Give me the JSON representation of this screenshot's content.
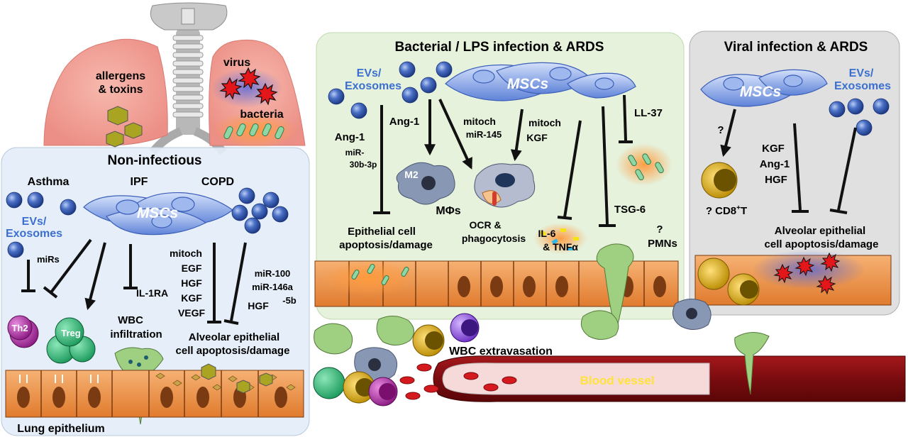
{
  "top": {
    "allergens": [
      "allergens",
      "& toxins"
    ],
    "virus": "virus",
    "bacteria": "bacteria"
  },
  "panels": {
    "non_infectious": {
      "title": "Non-infectious",
      "diseases": [
        "Asthma",
        "IPF",
        "COPD"
      ],
      "msc_label": "MSCs",
      "evs_label": [
        "EVs/",
        "Exosomes"
      ],
      "mirs": "miRs",
      "il1ra": "IL-1RA",
      "factors": [
        "mitoch",
        "EGF",
        "HGF",
        "KGF",
        "VEGF"
      ],
      "mirna": [
        "miR-100",
        "miR-146a",
        "-5b"
      ],
      "hgf": "HGF",
      "th2": "Th2",
      "treg": "Treg",
      "wbc": [
        "WBC",
        "infiltration"
      ],
      "alveolar": [
        "Alveolar epithelial",
        "cell apoptosis/damage"
      ],
      "lung_epithelium": "Lung epithelium"
    },
    "bacterial": {
      "title": "Bacterial / LPS infection & ARDS",
      "msc_label": "MSCs",
      "evs_label": [
        "EVs/",
        "Exosomes"
      ],
      "ang1_left": "Ang-1",
      "mir30": [
        "miR-",
        "30b-3p"
      ],
      "ang1_mid": "Ang-1",
      "mitoch_mir145": [
        "mitoch",
        "miR-145"
      ],
      "mitoch_kgf": [
        "mitoch",
        "KGF"
      ],
      "ll37": "LL-37",
      "m2": "M2",
      "macrophage": "MΦs",
      "ocr": [
        "OCR &",
        "phagocytosis"
      ],
      "epithelial": [
        "Epithelial cell",
        "apoptosis/damage"
      ],
      "il6": [
        "IL-6",
        "& TNFα"
      ],
      "tsg6": "TSG-6",
      "pmns": [
        "?",
        "PMNs"
      ]
    },
    "viral": {
      "title": "Viral infection & ARDS",
      "msc_label": "MSCs",
      "evs_label": [
        "EVs/",
        "Exosomes"
      ],
      "question": "?",
      "cd8_prefix": "? CD8",
      "cd8_sup": "+",
      "cd8_suffix": "T",
      "factors": [
        "KGF",
        "Ang-1",
        "HGF"
      ],
      "alveolar": [
        "Alveolar epithelial",
        "cell apoptosis/damage"
      ]
    }
  },
  "bottom": {
    "wbc_extravasation": "WBC extravasation",
    "blood_vessel": "Blood vessel"
  },
  "colors": {
    "msc_blue": "#5b7fd6",
    "ev_text_blue": "#3b6fd0",
    "vessel_red": "#8a0f12",
    "panel_blue": "#e4eef8",
    "panel_green": "#e6f2dc",
    "panel_gray": "#e0e0e0"
  }
}
